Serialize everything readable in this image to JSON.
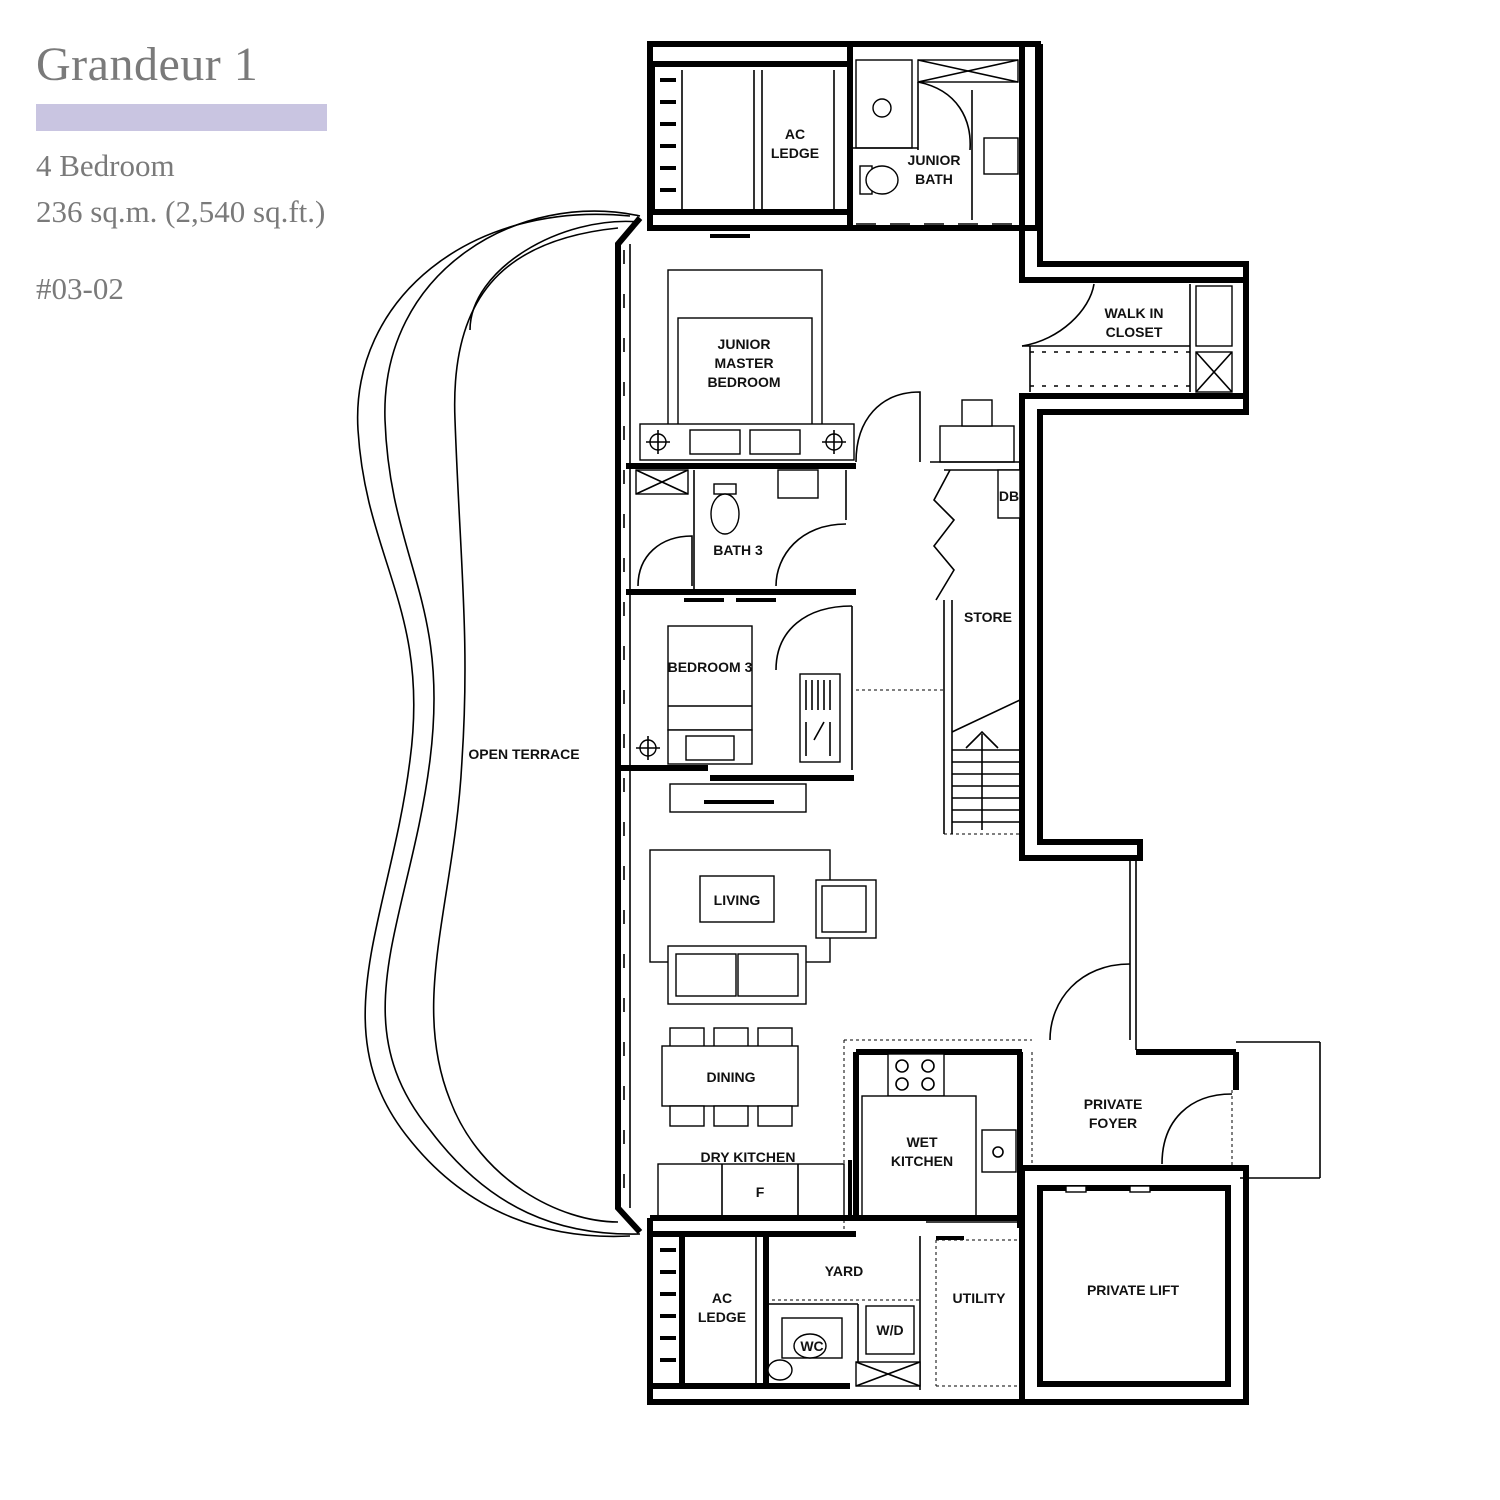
{
  "header": {
    "title": "Grandeur 1",
    "bedrooms": "4 Bedroom",
    "area": "236 sq.m. (2,540 sq.ft.)",
    "unit_number": "#03-02",
    "accent_color": "#c9c5e1"
  },
  "rooms": {
    "ac_ledge_top": [
      "AC",
      "LEDGE"
    ],
    "junior_bath": [
      "JUNIOR",
      "BATH"
    ],
    "walk_in_closet": [
      "WALK IN",
      "CLOSET"
    ],
    "junior_master_bedroom": [
      "JUNIOR",
      "MASTER",
      "BEDROOM"
    ],
    "db": "DB",
    "bath3": "BATH 3",
    "store": "STORE",
    "bedroom3": "BEDROOM 3",
    "open_terrace": "OPEN TERRACE",
    "living": "LIVING",
    "dining": "DINING",
    "dry_kitchen": "DRY KITCHEN",
    "fridge": "F",
    "wet_kitchen": [
      "WET",
      "KITCHEN"
    ],
    "private_foyer": [
      "PRIVATE",
      "FOYER"
    ],
    "private_lift": "PRIVATE LIFT",
    "ac_ledge_bottom": [
      "AC",
      "LEDGE"
    ],
    "yard": "YARD",
    "wc": "WC",
    "wd": "W/D",
    "utility": "UTILITY"
  }
}
